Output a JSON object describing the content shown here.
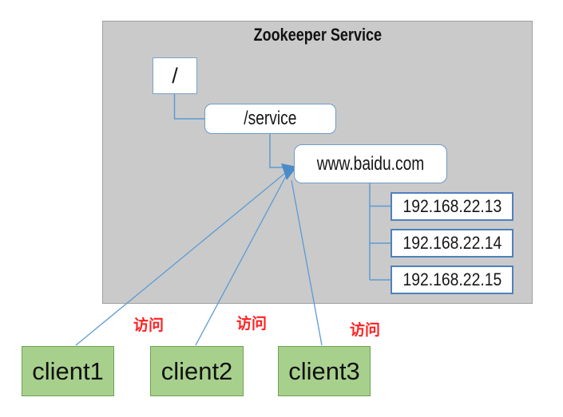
{
  "diagram": {
    "title": "Zookeeper Service",
    "tree": {
      "root": "/",
      "service": "/service",
      "domain": "www.baidu.com",
      "ips": [
        "192.168.22.13",
        "192.168.22.14",
        "192.168.22.15"
      ]
    },
    "clients": [
      "client1",
      "client2",
      "client3"
    ],
    "access_labels": [
      "访问",
      "访问",
      "访问"
    ],
    "colors": {
      "container_fill": "#cacaca",
      "container_border": "#9f9f9f",
      "node_fill": "#ffffff",
      "node_border_blue": "#6d9bc6",
      "ip_border_blue": "#4f81bd",
      "connector_blue": "#5b9bd5",
      "client_fill": "#a8d08d",
      "client_border": "#6ea24d",
      "access_label_red": "#ff2121",
      "text_color": "#111111"
    }
  }
}
